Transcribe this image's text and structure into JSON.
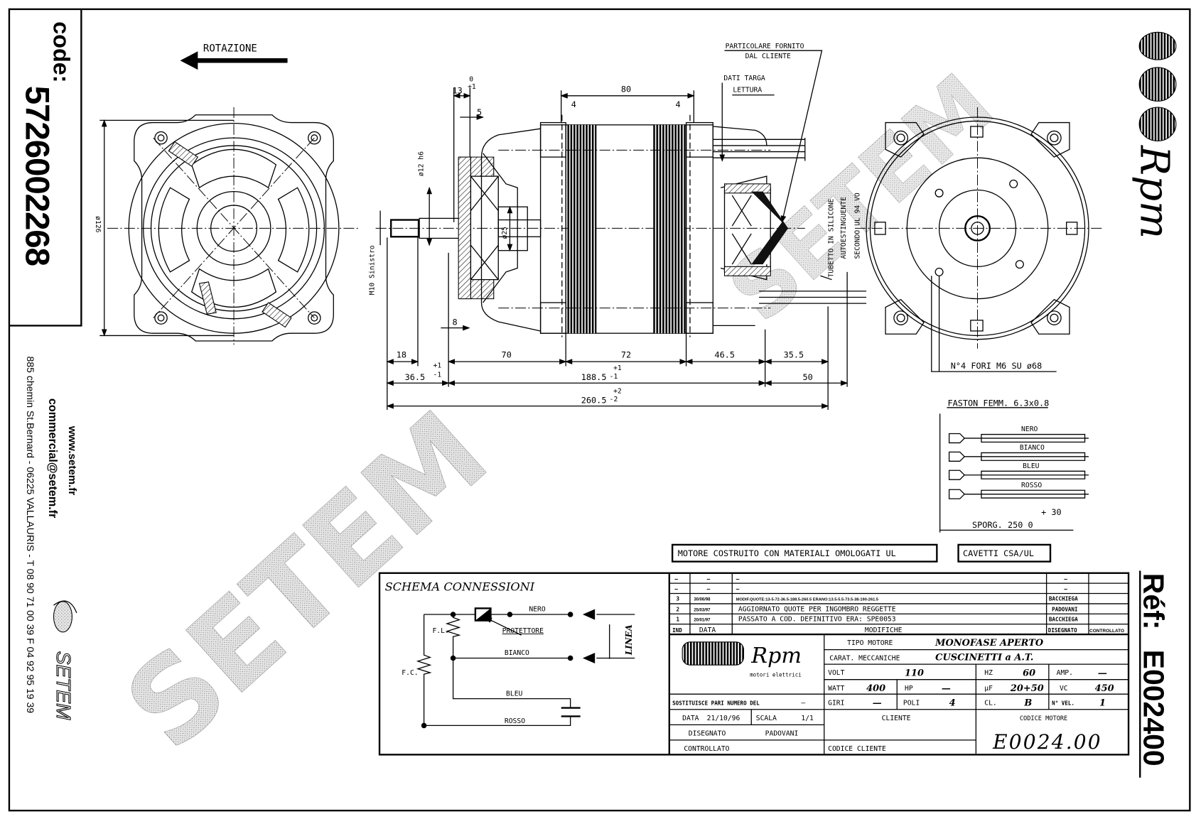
{
  "header": {
    "code_label": "code:",
    "code": "5726002268",
    "rotation": "ROTAZIONE"
  },
  "contact": {
    "website": "www.setem.fr",
    "email": "commercial@setem.fr",
    "address": "885 chemin St.Bernard  -  06225 VALLAURIS  -  T 08 90 71 00 39   F 04 92 95 19 39",
    "brand": "SETEM"
  },
  "watermark": "SETEM",
  "reference": {
    "label": "Réf:",
    "value": "E002400"
  },
  "brand_logo": {
    "name": "Rpm",
    "tagline": "motori elettrici"
  },
  "drawing": {
    "particolare_1": "PARTICOLARE FORNITO",
    "particolare_2": "DAL CLIENTE",
    "dati_targa": "DATI TARGA",
    "lettura": "LETTURA",
    "tubetto_1": "TUBETTO IN SILICONE",
    "tubetto_2": "AUTOESTINGUENTE",
    "tubetto_3": "SECONDO UL 94 VO",
    "fori": "N°4 FORI M6 SU ø68",
    "front_diameter": "ø126",
    "shaft_thread": "M10 Sinistro",
    "shaft_diameter": "ø12 h6",
    "bearing_diameter": "ø25",
    "dims": {
      "d13": "13",
      "d13_tol_top": "0",
      "d13_tol_bot": "+1",
      "d5": "5",
      "d80": "80",
      "d4a": "4",
      "d4b": "4",
      "d8": "8",
      "d18": "18",
      "d70": "70",
      "d72": "72",
      "d46_5": "46.5",
      "d35_5": "35.5",
      "d36_5": "36.5",
      "d36_5_tol_top": "+1",
      "d36_5_tol_bot": "-1",
      "d188_5": "188.5",
      "d188_5_tol_top": "+1",
      "d188_5_tol_bot": "-1",
      "d50": "50",
      "d260_5": "260.5",
      "d260_5_tol_top": "+2",
      "d260_5_tol_bot": "-2"
    }
  },
  "cables": {
    "faston": "FASTON FEMM. 6.3x0.8",
    "wires": [
      "NERO",
      "BIANCO",
      "BLEU",
      "ROSSO"
    ],
    "tolerance": "+ 30",
    "sporg": "SPORG. 250  0"
  },
  "notes": {
    "ul": "MOTORE COSTRUITO CON MATERIALI OMOLOGATI UL",
    "csa": "CAVETTI CSA/UL"
  },
  "schema": {
    "title": "SCHEMA CONNESSIONI",
    "nero": "NERO",
    "protettore": "PROTETTORE",
    "bianco": "BIANCO",
    "bleu": "BLEU",
    "rosso": "ROSSO",
    "fl": "F.L.",
    "fc": "F.C.",
    "linea": "LINEA"
  },
  "title_block": {
    "revisions": [
      {
        "ind": "—",
        "date": "—",
        "text": "—",
        "drawn": "—",
        "checked": ""
      },
      {
        "ind": "—",
        "date": "—",
        "text": "—",
        "drawn": "—",
        "checked": ""
      },
      {
        "ind": "3",
        "date": "30/06/98",
        "text": "MODIF.QUOTE:13-5-72-36.5-188.5-260.5 ERANO:13.5-5.5-73.5-38-190-261.5",
        "drawn": "BACCHIEGA",
        "checked": ""
      },
      {
        "ind": "2",
        "date": "25/03/97",
        "text": "AGGIORNATO QUOTE PER INGOMBRO REGGETTE",
        "drawn": "PADOVANI",
        "checked": ""
      },
      {
        "ind": "1",
        "date": "20/01/97",
        "text": "PASSATO A COD. DEFINITIVO ERA: SPE0053",
        "drawn": "BACCHIEGA",
        "checked": ""
      }
    ],
    "headers": {
      "ind": "IND",
      "date": "DATA",
      "modifiche": "MODIFICHE",
      "disegnato": "DISEGNATO",
      "controllato": "CONTROLLATO"
    },
    "tipo_motore_label": "TIPO MOTORE",
    "tipo_motore": "MONOFASE APERTO",
    "carat_label": "CARAT. MECCANICHE",
    "carat": "CUSCINETTI a A.T.",
    "volt_label": "VOLT",
    "volt": "110",
    "hz_label": "HZ",
    "hz": "60",
    "amp_label": "AMP.",
    "amp": "—",
    "watt_label": "WATT",
    "watt": "400",
    "hp_label": "HP",
    "hp": "—",
    "uf_label": "µF",
    "uf": "20+50",
    "vc_label": "VC",
    "vc": "450",
    "giri_label": "GIRI",
    "giri": "—",
    "poli_label": "POLI",
    "poli": "4",
    "cl_label": "CL.",
    "cl": "B",
    "vel_label": "N° VEL.",
    "vel": "1",
    "sostituisce_label": "SOSTITUISCE PARI NUMERO DEL",
    "sostituisce": "—",
    "data_label": "DATA",
    "data": "21/10/96",
    "scala_label": "SCALA",
    "scala": "1/1",
    "disegnato_label": "DISEGNATO",
    "disegnato": "PADOVANI",
    "controllato_label": "CONTROLLATO",
    "cliente_label": "CLIENTE",
    "codice_cliente_label": "CODICE CLIENTE",
    "codice_motore_label": "CODICE MOTORE",
    "codice_motore": "E0024.00"
  }
}
